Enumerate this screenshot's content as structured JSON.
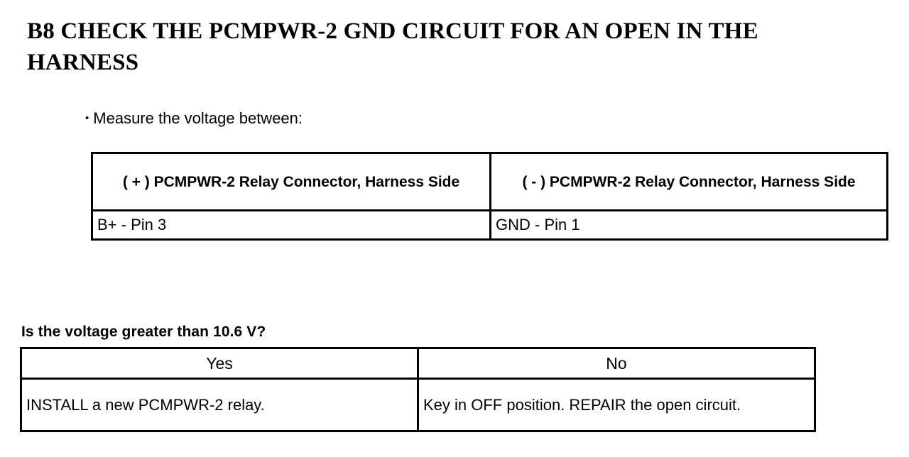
{
  "document": {
    "step_id": "B8",
    "title": "B8 CHECK THE PCMPWR-2 GND CIRCUIT FOR AN OPEN IN THE HARNESS",
    "instruction": {
      "bullet": "•",
      "text": "Measure the voltage between:"
    },
    "measure_table": {
      "headers": [
        "( + ) PCMPWR-2 Relay Connector, Harness Side",
        "( - ) PCMPWR-2 Relay Connector, Harness Side"
      ],
      "rows": [
        [
          "B+ - Pin 3",
          "GND - Pin 1"
        ]
      ]
    },
    "question": "Is the voltage greater than 10.6 V?",
    "decision_table": {
      "headers": [
        "Yes",
        "No"
      ],
      "rows": [
        [
          "INSTALL a new PCMPWR-2 relay.",
          "Key in OFF position. REPAIR the open circuit."
        ]
      ]
    },
    "colors": {
      "text": "#000000",
      "background": "#ffffff",
      "border": "#000000"
    }
  }
}
